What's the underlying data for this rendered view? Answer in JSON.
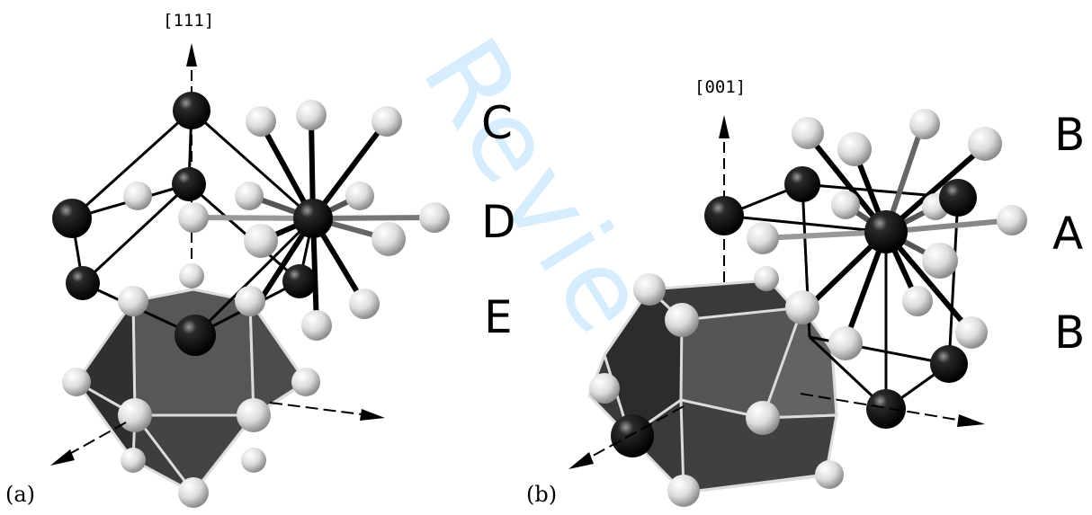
{
  "watermark": "Review",
  "panel_a": {
    "label": "(a)",
    "axis_label": "[111]",
    "layers": [
      "C",
      "D",
      "E"
    ]
  },
  "panel_b": {
    "label": "(b)",
    "axis_label": "[001]",
    "layers": [
      "B",
      "A",
      "B"
    ]
  },
  "colors": {
    "dark_atom": "#0a0a0a",
    "light_atom": "#d8d8d8",
    "polyhedron_face": "#4a4a4a",
    "bond": "#000000",
    "watermark": "#d6ecff"
  }
}
